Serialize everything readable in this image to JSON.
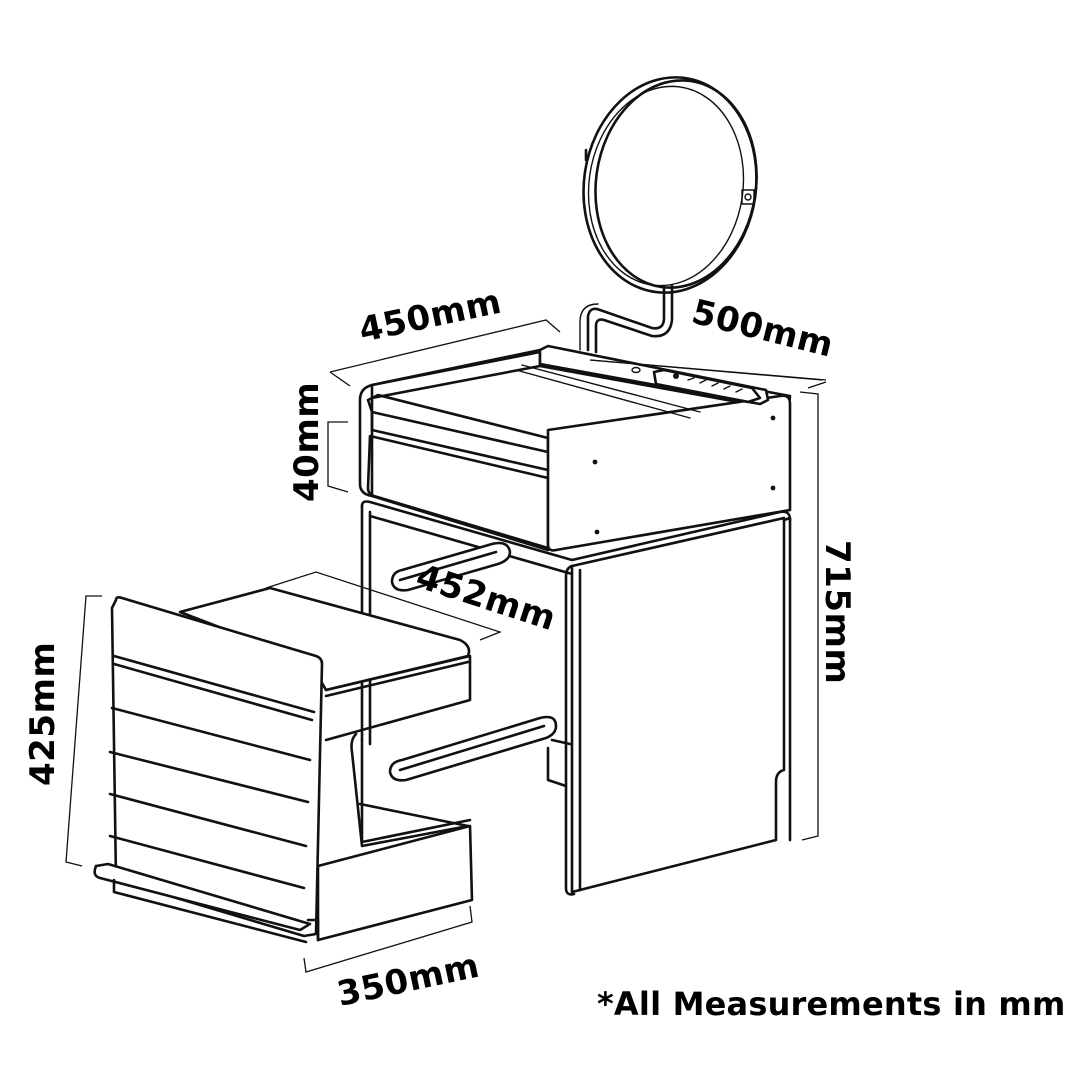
{
  "diagram": {
    "subject": "Vanity dressing table with mirror and stool",
    "line_color": "#111111",
    "background": "#ffffff",
    "dimensions": {
      "table_width": "450mm",
      "table_depth": "500mm",
      "drawer_height": "40mm",
      "table_height": "715mm",
      "stool_depth": "452mm",
      "stool_height": "425mm",
      "stool_width": "350mm"
    },
    "components": [
      "round-mirror",
      "mirror-arm",
      "control-panel",
      "top-drawer",
      "cabinet-body",
      "side-slots",
      "stool"
    ],
    "footnote": "*All Measurements in mm"
  }
}
